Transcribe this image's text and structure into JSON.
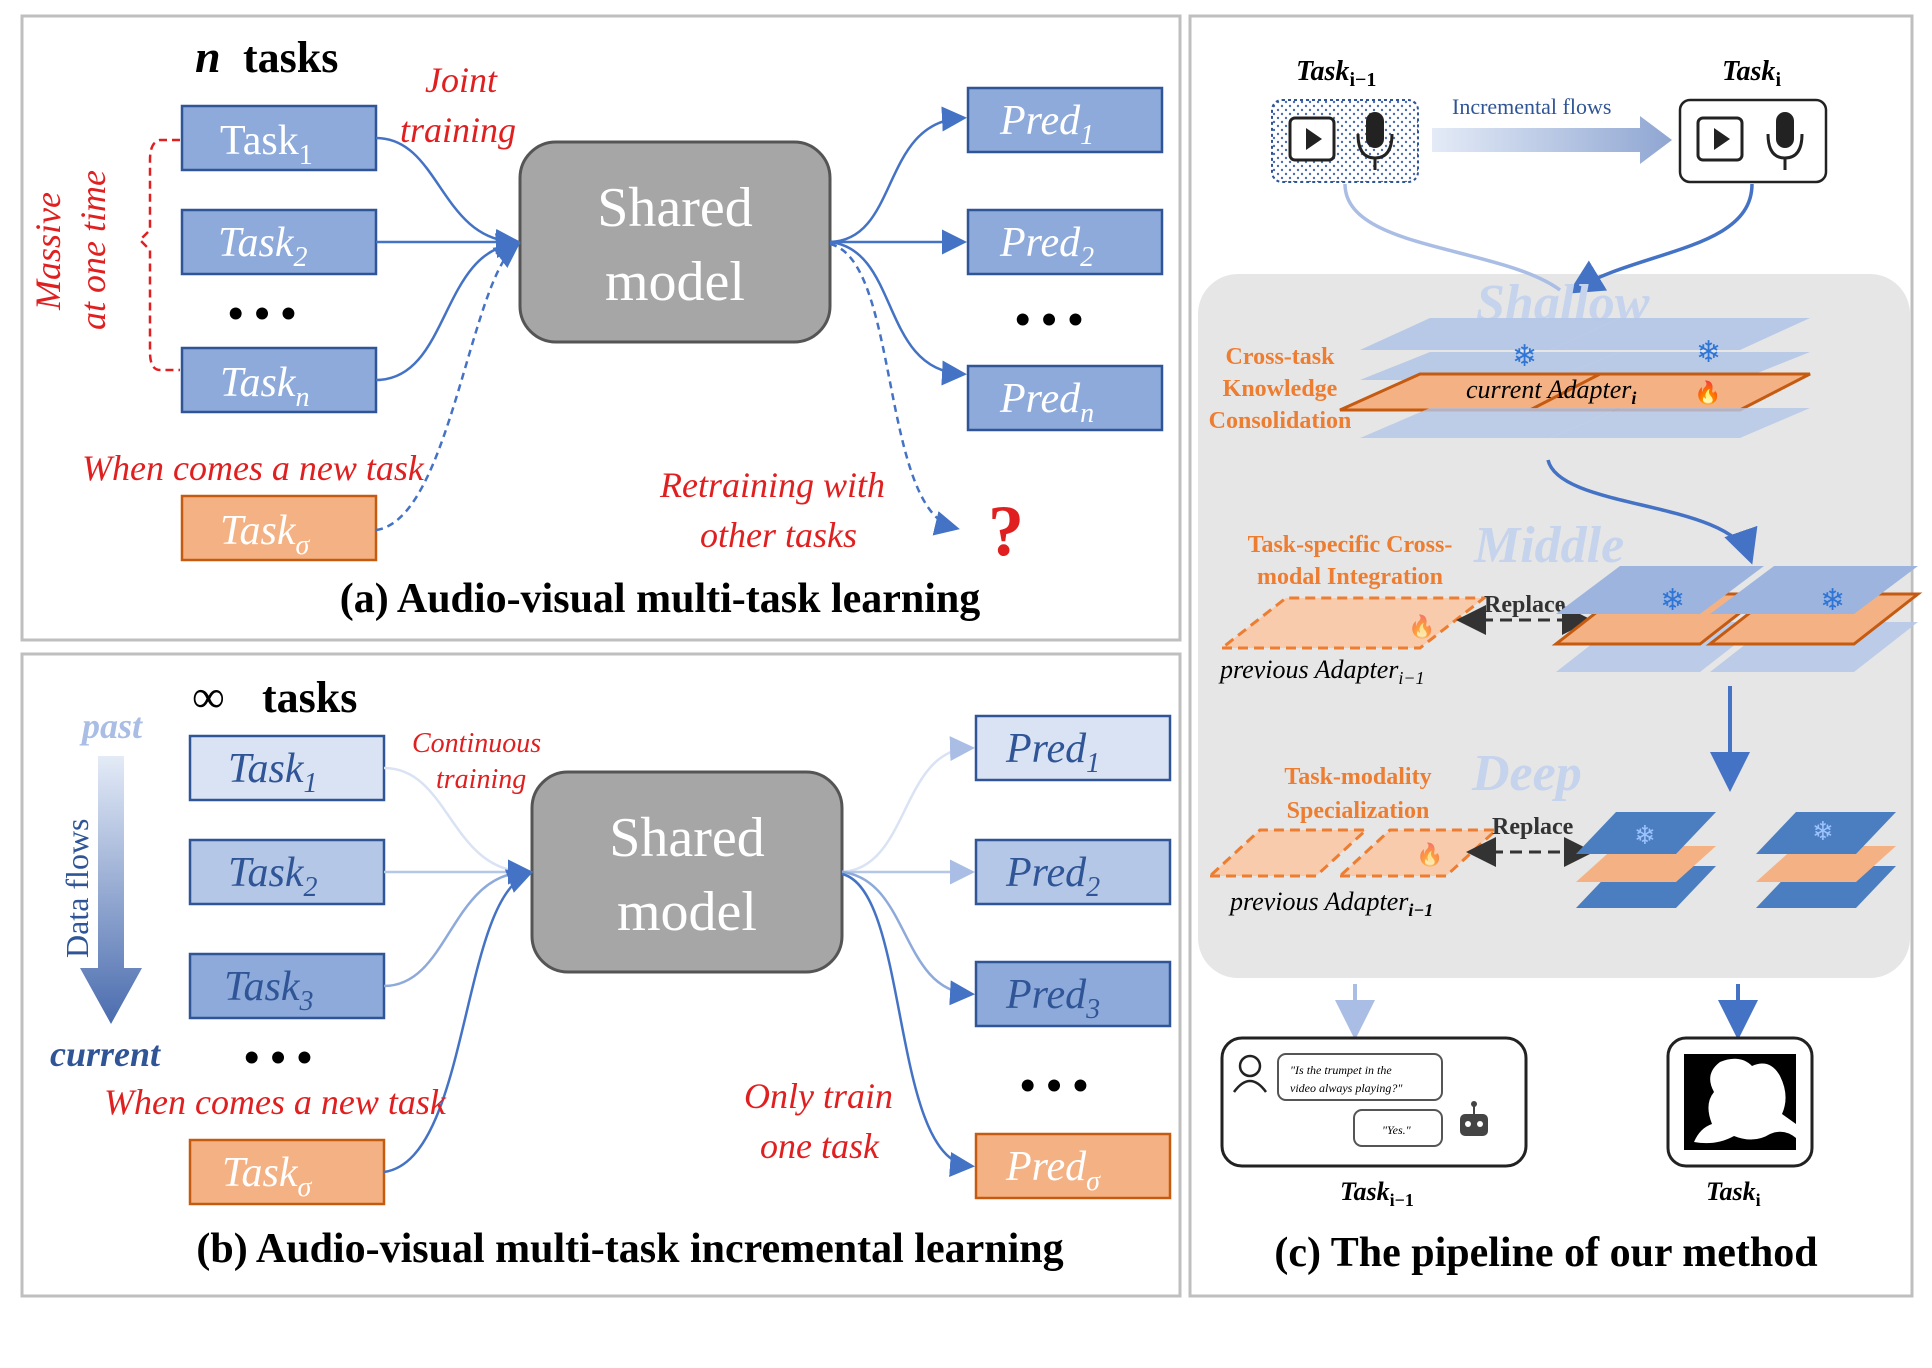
{
  "panel_a": {
    "heading_n": "n",
    "heading_tasks": "tasks",
    "tasks": [
      {
        "base": "Task",
        "sub": "1"
      },
      {
        "base": "Task",
        "sub": "2"
      },
      {
        "base": "Task",
        "sub": "n"
      }
    ],
    "new_task": {
      "base": "Task",
      "sub": "σ"
    },
    "ellipsis": "• • •",
    "side_label_line1": "Massive",
    "side_label_line2": "at one time",
    "joint_line1": "Joint",
    "joint_line2": "training",
    "model_line1": "Shared",
    "model_line2": "model",
    "preds": [
      {
        "base": "Pred",
        "sub": "1"
      },
      {
        "base": "Pred",
        "sub": "2"
      },
      {
        "base": "Pred",
        "sub": "n"
      }
    ],
    "new_task_note": "When comes a new task",
    "retrain_line1": "Retraining with",
    "retrain_line2": "other tasks",
    "question": "?",
    "caption": "(a) Audio-visual multi-task learning"
  },
  "panel_b": {
    "heading_symbol": "∞",
    "heading_tasks": "tasks",
    "past": "past",
    "data_flows": "Data flows",
    "current": "current",
    "tasks": [
      {
        "base": "Task",
        "sub": "1"
      },
      {
        "base": "Task",
        "sub": "2"
      },
      {
        "base": "Task",
        "sub": "3"
      }
    ],
    "new_task": {
      "base": "Task",
      "sub": "σ"
    },
    "ellipsis": "• • •",
    "continuous_line1": "Continuous",
    "continuous_line2": "training",
    "model_line1": "Shared",
    "model_line2": "model",
    "preds": [
      {
        "base": "Pred",
        "sub": "1"
      },
      {
        "base": "Pred",
        "sub": "2"
      },
      {
        "base": "Pred",
        "sub": "3"
      }
    ],
    "new_pred": {
      "base": "Pred",
      "sub": "σ"
    },
    "new_task_note": "When comes a new task",
    "only_line1": "Only train",
    "only_line2": "one task",
    "caption": "(b) Audio-visual multi-task incremental learning"
  },
  "panel_c": {
    "task_prev": {
      "base": "Task",
      "sub": "i−1"
    },
    "task_cur": {
      "base": "Task",
      "sub": "i"
    },
    "incremental_flows": "Incremental flows",
    "shallow": "Shallow",
    "middle": "Middle",
    "deep": "Deep",
    "shallow_label_line1": "Cross-task",
    "shallow_label_line2": "Knowledge",
    "shallow_label_line3": "Consolidation",
    "current_adapter": {
      "base": "current Adapter",
      "sub": "i"
    },
    "middle_label_line1": "Task-specific Cross-",
    "middle_label_line2": "modal Integration",
    "replace": "Replace",
    "prev_adapter": {
      "base": "previous Adapter",
      "sub": "i−1"
    },
    "deep_label_line1": "Task-modality",
    "deep_label_line2": "Specialization",
    "question_bubble_line1": "\"Is the trumpet in the",
    "question_bubble_line2": "video always playing?\"",
    "answer_bubble": "\"Yes.\"",
    "caption": "(c) The pipeline of our method"
  },
  "colors": {
    "task_blue": "#8eaadb",
    "task_border": "#2f5597",
    "task_light": "#dae3f3",
    "orange_fill": "#f4b183",
    "orange_border": "#c55a11",
    "red_text": "#e02020",
    "gray_model": "#a6a6a6",
    "arrow_blue": "#4472c4",
    "orange_label": "#ed7d31"
  }
}
